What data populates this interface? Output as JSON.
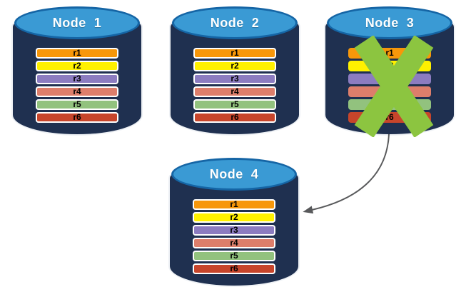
{
  "diagram": {
    "background_color": "#FFFFFF",
    "styles": {
      "cylinder_body": "#1F3050",
      "cylinder_top_fill": "#3A9AD4",
      "cylinder_top_stroke": "#1565A5",
      "bar_border": "#FFFFFF",
      "bar_text": "#000000",
      "title_text": "#FFFFFF"
    },
    "nodes": [
      {
        "id": "node-1",
        "title": "Node  1",
        "status": "ok",
        "rows": [
          {
            "label": "r1",
            "color": "#F7970A"
          },
          {
            "label": "r2",
            "color": "#FFF100"
          },
          {
            "label": "r3",
            "color": "#8C7CC0"
          },
          {
            "label": "r4",
            "color": "#DD7E6B"
          },
          {
            "label": "r5",
            "color": "#92C27E"
          },
          {
            "label": "r6",
            "color": "#C7452B"
          }
        ]
      },
      {
        "id": "node-2",
        "title": "Node  2",
        "status": "ok",
        "rows": [
          {
            "label": "r1",
            "color": "#F7970A"
          },
          {
            "label": "r2",
            "color": "#FFF100"
          },
          {
            "label": "r3",
            "color": "#8C7CC0"
          },
          {
            "label": "r4",
            "color": "#DD7E6B"
          },
          {
            "label": "r5",
            "color": "#92C27E"
          },
          {
            "label": "r6",
            "color": "#C7452B"
          }
        ]
      },
      {
        "id": "node-3",
        "title": "Node  3",
        "status": "failed",
        "rows": [
          {
            "label": "r1",
            "color": "#F7970A"
          },
          {
            "label": "r2",
            "color": "#FFF100"
          },
          {
            "label": "r3",
            "color": "#8C7CC0"
          },
          {
            "label": "r4",
            "color": "#DD7E6B"
          },
          {
            "label": "r5",
            "color": "#92C27E"
          },
          {
            "label": "r6",
            "color": "#C7452B"
          }
        ]
      },
      {
        "id": "node-4",
        "title": "Node  4",
        "status": "ok",
        "rows": [
          {
            "label": "r1",
            "color": "#F7970A"
          },
          {
            "label": "r2",
            "color": "#FFF100"
          },
          {
            "label": "r3",
            "color": "#8C7CC0"
          },
          {
            "label": "r4",
            "color": "#DD7E6B"
          },
          {
            "label": "r5",
            "color": "#92C27E"
          },
          {
            "label": "r6",
            "color": "#C7452B"
          }
        ]
      }
    ],
    "failure_mark": {
      "on_node": "Node  3",
      "icon": "x-mark",
      "color": "#8CC540"
    },
    "arrow": {
      "from": "Node  3",
      "to": "Node  4",
      "style": "curved",
      "color": "#58595B"
    }
  }
}
